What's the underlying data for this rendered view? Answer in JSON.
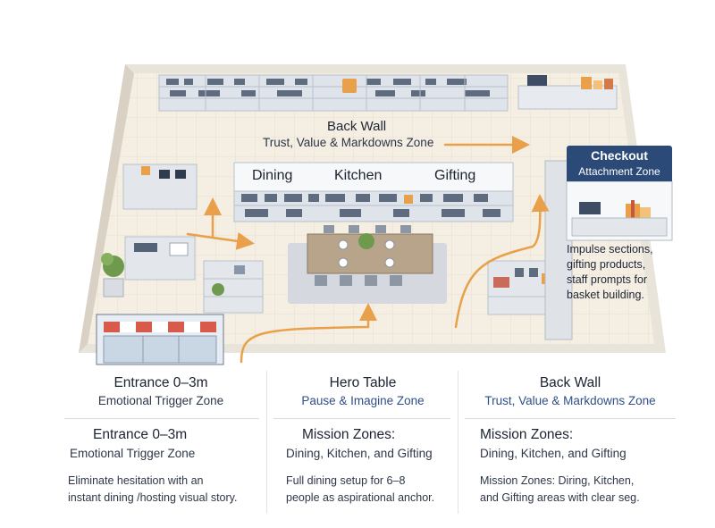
{
  "back_wall_banner": {
    "title": "Back Wall",
    "subtitle": "Trust, Value & Markdowns Zone"
  },
  "mission_labels": [
    "Dining",
    "Kitchen",
    "Gifting"
  ],
  "checkout": {
    "title": "Checkout",
    "subtitle": "Attachment Zone",
    "callout": [
      "Impulse sections,",
      "gifting products,",
      "staff prompts for",
      "basket building."
    ]
  },
  "columns_top": [
    {
      "heading": "Entrance 0–3m",
      "sub": "Emotional Trigger Zone"
    },
    {
      "heading": "Hero Table",
      "sub": "Pause & Imagine Zone"
    },
    {
      "heading": "Back Wall",
      "sub": "Trust, Value & Markdowns Zone"
    }
  ],
  "columns_bottom": [
    {
      "heading": "Entrance 0–3m",
      "sub": "Emotional Trigger Zone",
      "body": [
        "Eliminate hesitation with an",
        "instant dining /hosting visual story."
      ]
    },
    {
      "heading": "Mission Zones:",
      "sub": "Dining, Kitchen, and Gifting",
      "body": [
        "Full dining setup for 6–8",
        "people as aspirational anchor."
      ]
    },
    {
      "heading": "Mission Zones:",
      "sub": "Dining, Kitchen, and Gifting",
      "body": [
        "Mission Zones: Diring, Kitchen,",
        "and Gifting areas with clear seg."
      ]
    }
  ],
  "colors": {
    "accent": "#e9a04a",
    "navy": "#2c4a78",
    "floor": "#f3ece0",
    "shelf": "#dfe4ea"
  },
  "icons": [
    "plant-icon",
    "cash-register-icon",
    "gift-box-icon",
    "storefront-awning-icon"
  ]
}
